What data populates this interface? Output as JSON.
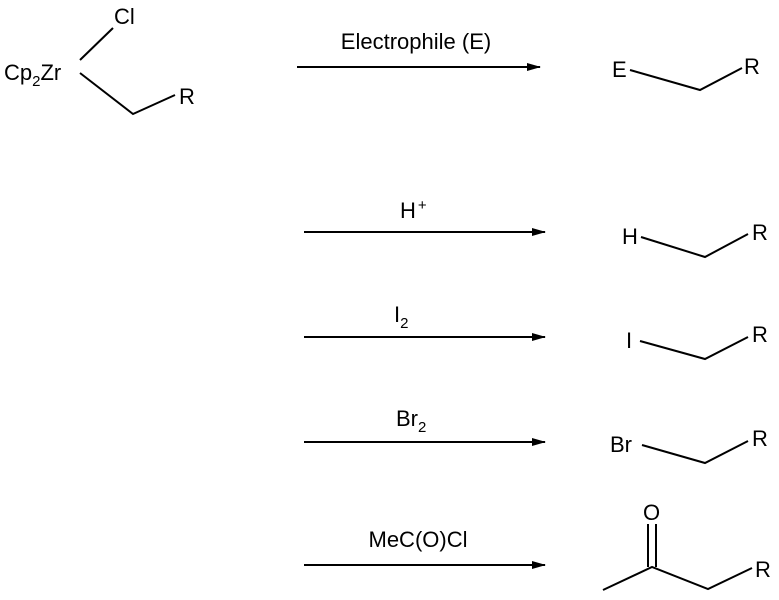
{
  "reactant": {
    "metal_label": "Cp",
    "metal_sub": "2",
    "metal": "Zr",
    "halide": "Cl",
    "r_group": "R"
  },
  "reactions": [
    {
      "reagent": "Electrophile (E)",
      "product_group": "E",
      "product_r": "R"
    },
    {
      "reagent": "H",
      "reagent_sup": "+",
      "product_group": "H",
      "product_r": "R"
    },
    {
      "reagent": "I",
      "reagent_sub": "2",
      "product_group": "I",
      "product_r": "R"
    },
    {
      "reagent": "Br",
      "reagent_sub": "2",
      "product_group": "Br",
      "product_r": "R"
    },
    {
      "reagent": "MeC(O)Cl",
      "product_group": "O",
      "product_r": "R"
    }
  ]
}
